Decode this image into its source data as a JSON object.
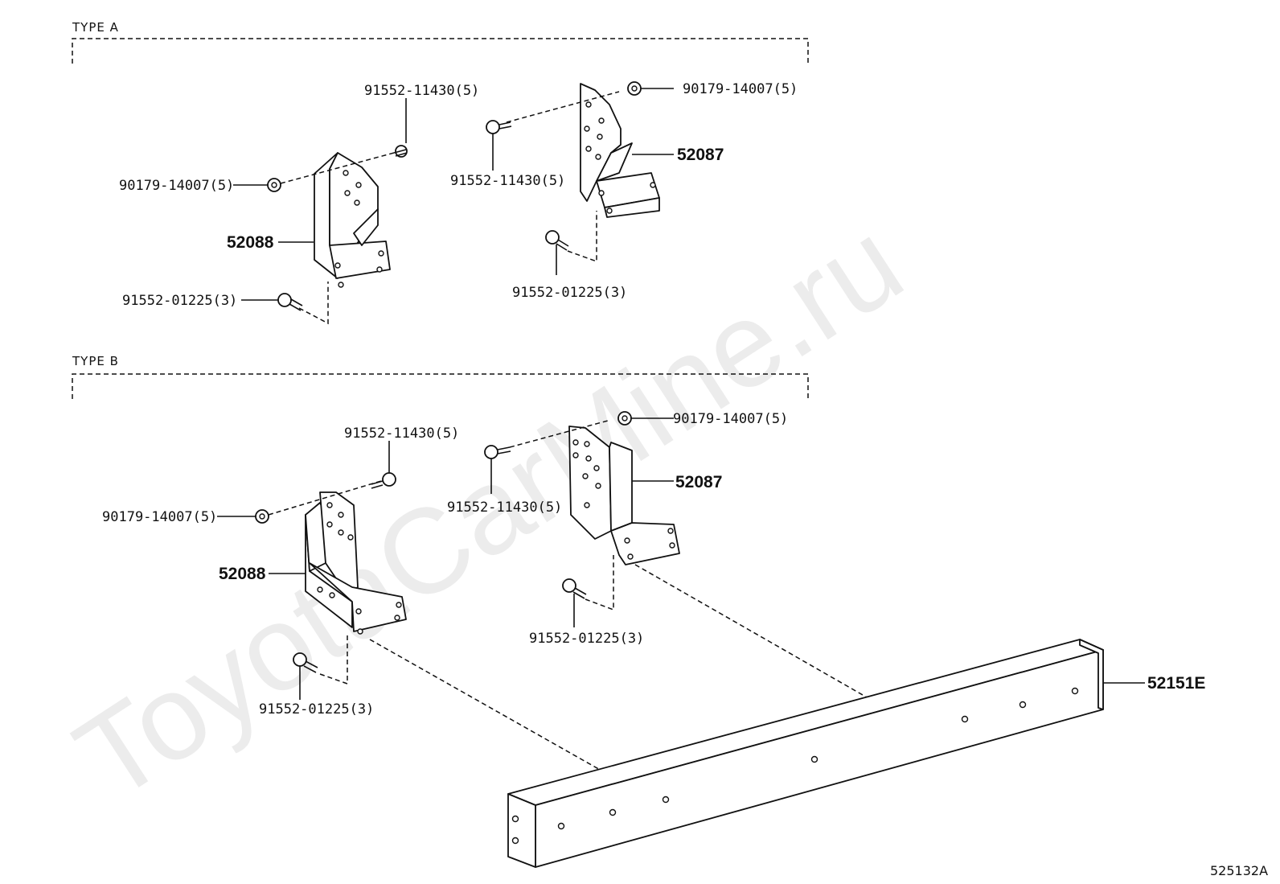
{
  "sections": {
    "type_a": "TYPE A",
    "type_b": "TYPE B"
  },
  "type_a": {
    "bolt_upper_left": "91552-11430(5)",
    "nut_left": "90179-14007(5)",
    "bracket_left": "52088",
    "bolt_lower_left": "91552-01225(3)",
    "nut_right": "90179-14007(5)",
    "bolt_upper_right": "91552-11430(5)",
    "bracket_right": "52087",
    "bolt_lower_right": "91552-01225(3)"
  },
  "type_b": {
    "bolt_upper_left": "91552-11430(5)",
    "nut_left": "90179-14007(5)",
    "bracket_left": "52088",
    "bolt_lower_left": "91552-01225(3)",
    "nut_right": "90179-14007(5)",
    "bolt_upper_right": "91552-11430(5)",
    "bracket_right": "52087",
    "bolt_lower_right": "91552-01225(3)"
  },
  "crossmember": "52151E",
  "diagram_ref": "525132A",
  "watermark": "ToyotaCarMine.ru"
}
